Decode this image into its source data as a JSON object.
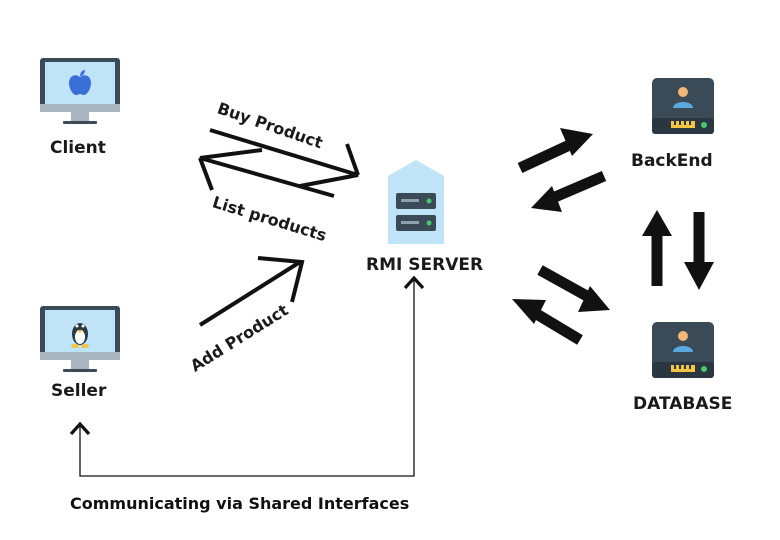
{
  "nodes": {
    "client": "Client",
    "seller": "Seller",
    "rmi_server": "RMI SERVER",
    "backend": "BackEnd",
    "database": "DATABASE"
  },
  "edges": {
    "buy_product": "Buy Product",
    "list_products": "List products",
    "add_product": "Add Product"
  },
  "caption": "Communicating via Shared Interfaces",
  "icons": {
    "client": "apple-monitor-icon",
    "seller": "linux-monitor-icon",
    "rmi_server": "server-icon",
    "backend": "database-drive-icon",
    "database": "database-drive-icon"
  },
  "colors": {
    "monitor_screen": "#bfe3f7",
    "monitor_frame": "#3b4a57",
    "server_body": "#bfe3f7",
    "server_unit": "#3b4a57",
    "drive_body": "#3b4a57",
    "drive_yellow": "#f4c542",
    "drive_green": "#48c774",
    "person_blue": "#5aa9de",
    "person_skin": "#f2b779"
  }
}
